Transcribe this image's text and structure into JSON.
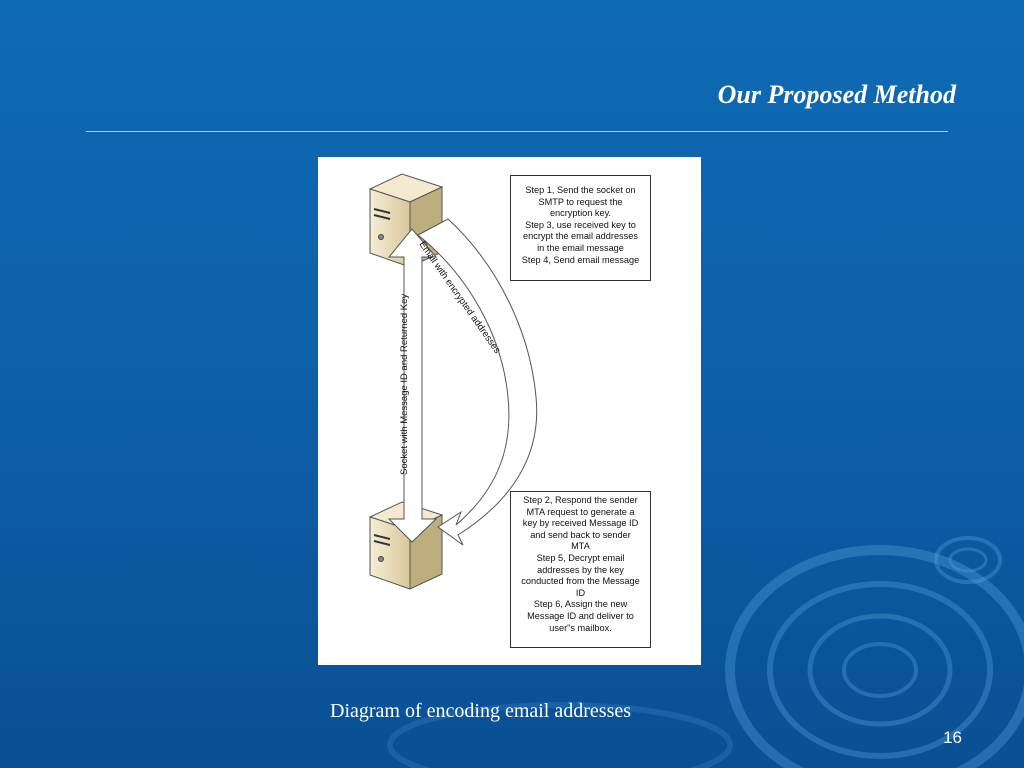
{
  "slide": {
    "title": "Our Proposed Method",
    "caption": "Diagram of encoding email addresses",
    "page_number": "16"
  },
  "diagram": {
    "top_box_lines": [
      "Step 1, Send the socket on",
      "SMTP to request the",
      "encryption key.",
      "Step 3, use received key to",
      "encrypt the email addresses",
      "in the email message",
      "Step 4, Send email message"
    ],
    "bottom_box_lines": [
      "Step 2, Respond the sender",
      "MTA request to generate a",
      "key by received Message ID",
      "and send back to sender",
      "MTA",
      "Step 5, Decrypt email",
      "addresses by the key",
      "conducted from the Message",
      "ID",
      "Step 6, Assign the new",
      "Message ID and deliver to",
      "user\"s mailbox."
    ],
    "arrow_straight_label": "Socket with Message ID and Returned Key",
    "arrow_curved_label": "Email with encrypted addresses"
  },
  "colors": {
    "background": "#0f6ab4",
    "server_face": "#efe3c4",
    "server_side": "#b9a877"
  }
}
